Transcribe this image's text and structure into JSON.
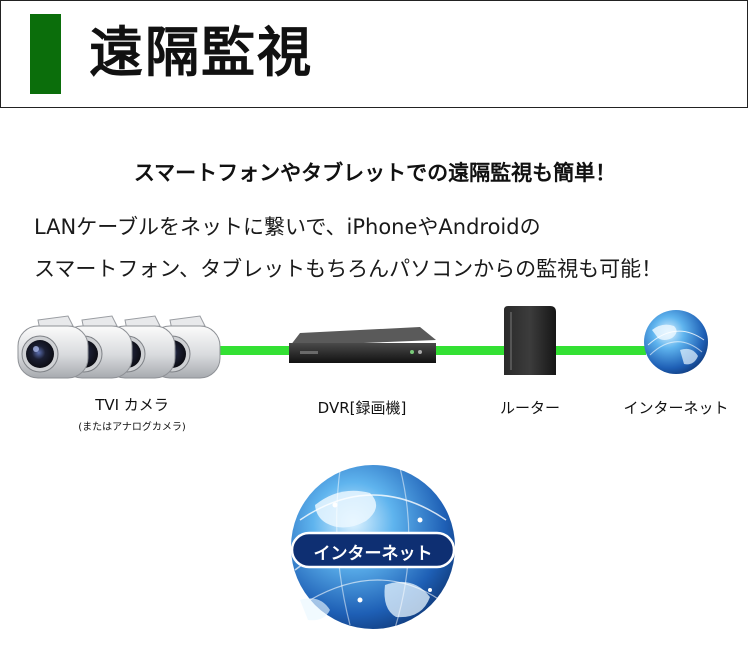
{
  "header": {
    "title": "遠隔監視",
    "accent_color": "#0b6e0b"
  },
  "subtitle": "スマートフォンやタブレットでの遠隔監視も簡単！",
  "description": {
    "line1": "LANケーブルをネットに繋いで、iPhoneやAndroidの",
    "line2": "スマートフォン、タブレットもちろんパソコンからの監視も可能！"
  },
  "devices": [
    {
      "id": "camera",
      "label": "TVI カメラ",
      "sublabel": "(またはアナログカメラ)",
      "icon": "security-camera-icon"
    },
    {
      "id": "dvr",
      "label": "DVR[録画機]",
      "icon": "dvr-recorder-icon"
    },
    {
      "id": "router",
      "label": "ルーター",
      "icon": "router-icon"
    },
    {
      "id": "internet",
      "label": "インターネット",
      "icon": "globe-icon"
    }
  ],
  "cable_color": "#33e033",
  "big_globe": {
    "label": "インターネット",
    "icon": "globe-icon"
  }
}
